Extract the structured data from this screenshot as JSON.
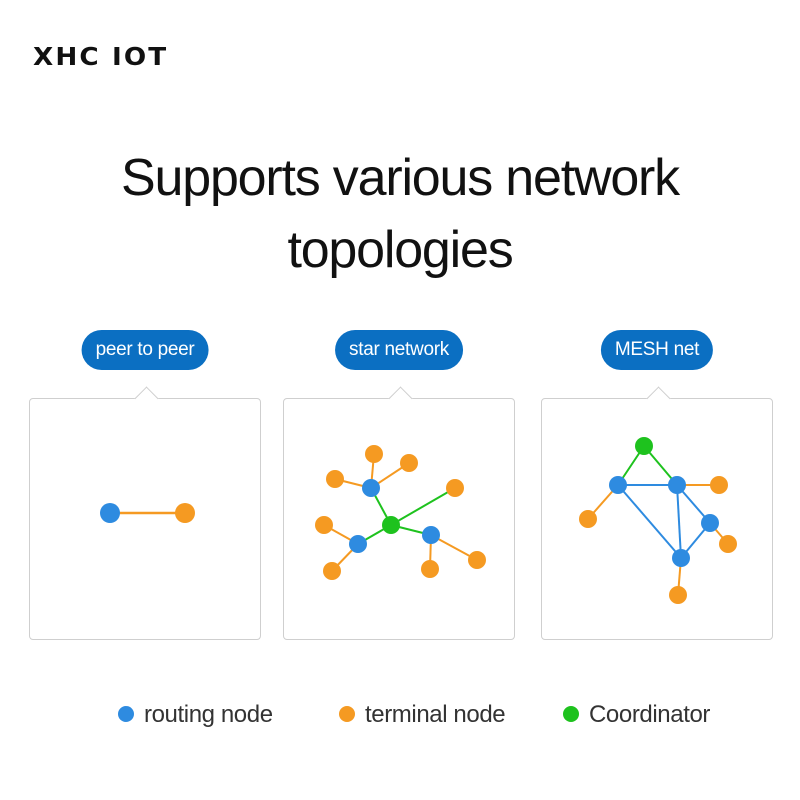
{
  "brand": "XHC IOT",
  "headline": {
    "line1": "Supports various network",
    "line2": "topologies"
  },
  "colors": {
    "routing": "#2e8be0",
    "terminal": "#f59a22",
    "coordinator": "#1ec21e",
    "pill": "#0b6fc2"
  },
  "panels": [
    {
      "label": "peer to peer"
    },
    {
      "label": "star network"
    },
    {
      "label": "MESH net"
    }
  ],
  "legend": [
    {
      "label": "routing node",
      "type": "routing"
    },
    {
      "label": "terminal node",
      "type": "terminal"
    },
    {
      "label": "Coordinator",
      "type": "coordinator"
    }
  ]
}
